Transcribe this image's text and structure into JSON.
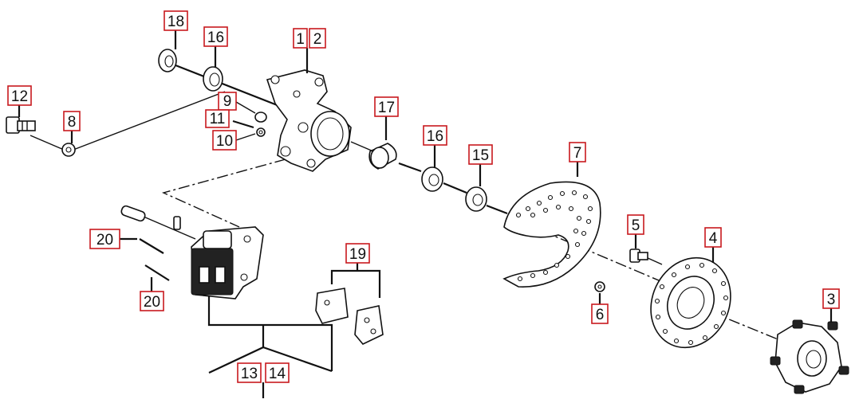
{
  "diagram": {
    "labels": {
      "l18": "18",
      "l16a": "16",
      "l1": "1",
      "l2": "2",
      "l12": "12",
      "l8": "8",
      "l9": "9",
      "l11": "11",
      "l10": "10",
      "l17": "17",
      "l16b": "16",
      "l15": "15",
      "l7": "7",
      "l5": "5",
      "l4": "4",
      "l6": "6",
      "l3": "3",
      "l20a": "20",
      "l20b": "20",
      "l19": "19",
      "l13": "13",
      "l14": "14"
    }
  }
}
